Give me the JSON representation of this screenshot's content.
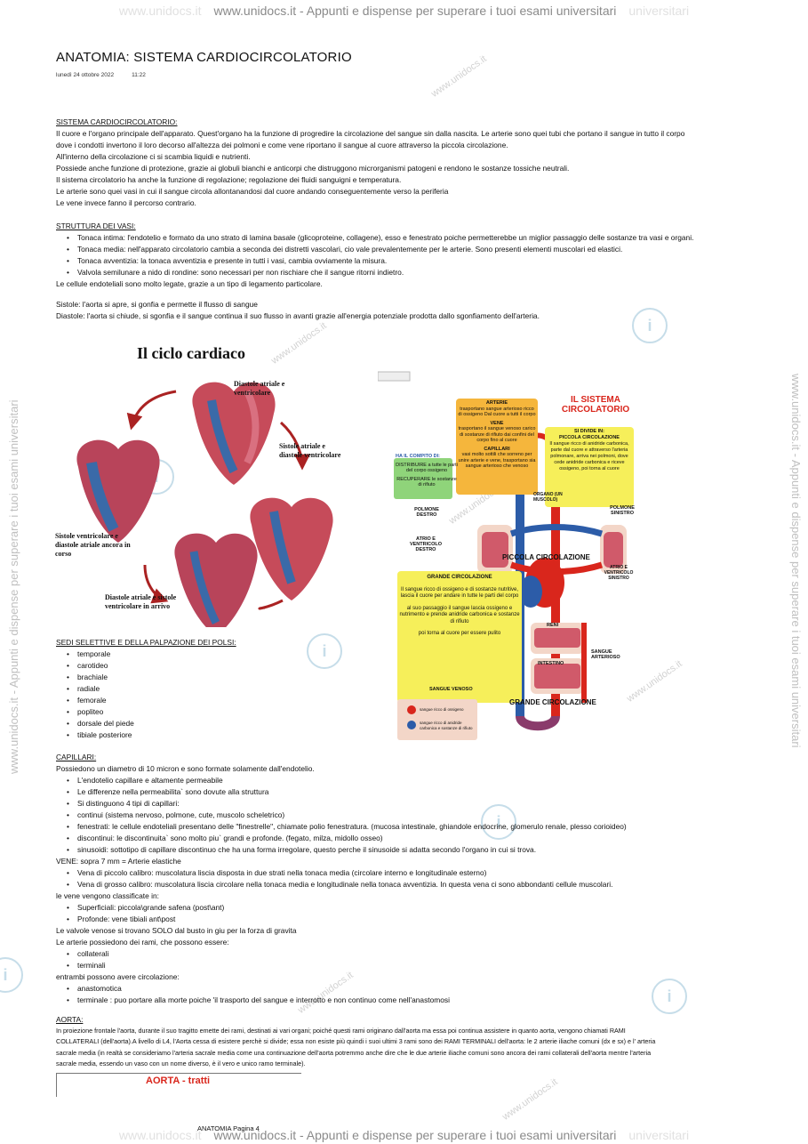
{
  "watermark": {
    "url": "www.unidocs.it",
    "banner_text": "www.unidocs.it - Appunti e dispense per superare i tuoi esami universitari",
    "faint_text": "universitari",
    "side_text": "www.unidocs.it - Appunti e dispense per superare i tuoi esami universitari",
    "icon_glyph": "i"
  },
  "header": {
    "title": "ANATOMIA: SISTEMA CARDIOCIRCOLATORIO",
    "date": "lunedì 24 ottobre 2022",
    "time": "11:22"
  },
  "intro": [
    "SISTEMA CARDIOCIRCOLATORIO:",
    "Il cuore e l'organo principale dell'apparato. Quest'organo ha la funzione di progredire la circolazione del sangue sin dalla nascita. Le arterie sono quei tubi che portano il sangue in tutto il corpo",
    "dove i condotti invertono il loro decorso all'altezza dei polmoni e come vene riportano il sangue al cuore attraverso la piccola circolazione.",
    "All'interno della circolazione ci si scambia liquidi e nutrienti.",
    "Possiede anche funzione di protezione, grazie ai globuli bianchi e anticorpi che distruggono microrganismi patogeni e rendono le sostanze tossiche neutrali.",
    "Il sistema circolatorio ha anche la funzione di regolazione; regolazione dei fluidi sanguigni e temperatura.",
    "Le arterie sono quei vasi in cui il sangue circola allontanandosi dal cuore andando conseguentemente verso la periferia",
    "Le vene invece fanno il percorso contrario."
  ],
  "vasi": {
    "heading": "STRUTTURA DEI VASI:",
    "items": [
      "Tonaca intima: l'endotelio e formato da uno strato di lamina basale (glicoproteine, collagene), esso e fenestrato poiche permetterebbe un miglior passaggio delle sostanze tra vasi e organi.",
      "Tonaca media: nell'apparato circolatorio cambia a seconda dei distretti vascolari, cio vale prevalentemente per le arterie. Sono presenti elementi muscolari ed elastici.",
      "Tonaca avventizia: la tonaca avventizia e presente in tutti i vasi, cambia ovviamente la misura.",
      "Valvola semilunare a nido di rondine: sono necessari per non rischiare che il sangue ritorni indietro."
    ],
    "after": "Le cellule endoteliali sono molto legate, grazie a un tipo di legamento particolare."
  },
  "sistole": "Sistole: l'aorta si apre, si gonfia e permette il flusso di sangue",
  "diastole": "Diastole: l'aorta si chiude, si sgonfia e il sangue continua il suo flusso in avanti grazie all'energia potenziale prodotta dallo sgonfiamento dell'arteria.",
  "heart_figure": {
    "title": "Il ciclo cardiaco",
    "labels": [
      "Diastole atriale e ventricolare",
      "Sistole atriale e diastole ventricolare",
      "Sistole ventricolare e diastole atriale ancora in corso",
      "Diastole atriale e sistole ventricolare in arrivo"
    ]
  },
  "circ_figure": {
    "title": "IL SISTEMA CIRCOLATORIO",
    "arterie_title": "ARTERIE",
    "arterie_text": "trasportano sangue arterioso ricco di ossigeno Dal cuore a tutti il corpo",
    "vene_title": "VENE",
    "vene_text": "trasportano il sangue venoso carico di sostanze di rifiuto dai confini del corpo fino al cuore",
    "capillari_title": "CAPILLARI",
    "capillari_text": "vasi molto sottili che sorreno per unire arterie e vene, trasportano sia sangue arterioso che venoso",
    "compito_title": "HA IL COMPITO DI:",
    "compito_a": "DISTRIBUIRE a tutte le parti del corpo ossigeno",
    "compito_b": "RECUPERARE le sostanze di rifiuto",
    "divide_title": "SI DIVIDE IN:",
    "piccola_title": "PICCOLA CIRCOLAZIONE",
    "piccola_text": "Il sangue ricco di anidride carbonica, parte dal cuore e attraverso l'arteria polmonare, arriva nei polmoni, dove cede anidride carbonica e riceve ossigeno, poi torna al cuore",
    "organo": "ORGANO (UN MUSCOLO)",
    "polmone_dx": "POLMONE DESTRO",
    "polmone_sx": "POLMONE SINISTRO",
    "atrio_dx": "ATRIO E VENTRICOLO DESTRO",
    "atrio_sx": "ATRIO E VENTRICOLO SINISTRO",
    "piccola_label": "PICCOLA CIRCOLAZIONE",
    "grande_title": "GRANDE CIRCOLAZIONE",
    "grande_text1": "Il sangue ricco di ossigeno e di sostanze nutritive, lascia il cuore per andare in tutte le parti del corpo",
    "grande_text2": "al suo passaggio il sangue lascia ossigeno e nutrimento e prende anidride carbonica e sostanze di rifiuto",
    "grande_text3": "poi torna al cuore per essere pulito",
    "reni": "RENI",
    "intestino": "INTESTINO",
    "sangue_arterioso": "SANGUE ARTERIOSO",
    "sangue_venoso": "SANGUE VENOSO",
    "grande_label": "GRANDE CIRCOLAZIONE",
    "legend_red": "sangue ricco di ossigeno",
    "legend_blue": "sangue ricco di anidride carbonica e sostanze di rifiuto",
    "colors": {
      "red": "#d9261c",
      "blue": "#2c5ca8",
      "yellow": "#f6ef5a",
      "orange": "#f5b63c",
      "green": "#8fd47a",
      "pink": "#f3d6c8"
    }
  },
  "polsi": {
    "heading": "SEDI SELETTIVE E DELLA PALPAZIONE DEI POLSI:",
    "items": [
      "temporale",
      "carotideo",
      "brachiale",
      "radiale",
      "femorale",
      "popliteo",
      "dorsale del piede",
      "tibiale posteriore"
    ]
  },
  "capillari": {
    "heading": "CAPILLARI:",
    "intro": "Possiedono un diametro di 10 micron e sono formate solamente dall'endotelio.",
    "items": [
      "L'endotelio capillare e altamente permeabile",
      "Le differenze nella permeabilita` sono dovute alla struttura",
      "Si distinguono 4 tipi di capillari:",
      "continui (sistema nervoso, polmone, cute, muscolo scheletrico)",
      "fenestrati: le cellule endoteliali presentano delle \"finestrelle\", chiamate polio fenestratura. (mucosa intestinale, ghiandole endocrine, glomerulo renale, plesso corioideo)",
      "discontinui: le discontinuita` sono molto piu` grandi e profonde. (fegato, milza, midollo osseo)",
      "sinusoidi: sottotipo di capillare discontinuo che ha una forma irregolare, questo perche il sinusoide si adatta secondo l'organo in cui si trova."
    ]
  },
  "vene": {
    "heading": "VENE: sopra 7 mm = Arterie elastiche",
    "items": [
      "Vena di piccolo calibro: muscolatura liscia disposta in due strati nella tonaca media (circolare interno e longitudinale esterno)",
      "Vena di grosso calibro: muscolatura liscia circolare nella tonaca media e longitudinale nella tonaca avventizia. In questa vena ci sono abbondanti cellule muscolari."
    ],
    "classificate": "le vene vengono classificate in:",
    "class_items": [
      "Superficiali: piccola\\grande safena (post\\ant)",
      "Profonde: vene tibiali ant\\post"
    ],
    "valvole": "Le valvole venose si trovano SOLO dal busto in giu per la forza di gravita",
    "rami": "Le arterie possiedono dei rami, che possono essere:",
    "rami_items": [
      "collaterali",
      "terminali"
    ],
    "entrambi": "entrambi possono avere circolazione:",
    "circ_items": [
      "anastomotica",
      "terminale : puo portare alla morte poiche 'il trasporto del sangue e interrotto e non continuo come nell'anastomosi"
    ]
  },
  "aorta": {
    "heading": "AORTA:",
    "lines": [
      "In proiezione frontale l'aorta, durante il suo tragitto emette dei rami, destinati ai vari organi; poiché questi rami originano dall'aorta ma essa poi continua assistere in quanto aorta, vengono chiamati RAMI",
      "COLLATERALI (dell'aorta).A livello di L4, l'Aorta cessa di esistere perchè si divide; essa non esiste più quindi i suoi ultimi 3 rami sono dei RAMI TERMINALI dell'aorta: le 2 arterie iliache comuni (dx e sx) e l' arteria",
      "sacrale media (in realtà se consideriamo l'arteria sacrale media come una continuazione dell'aorta potremmo anche dire che le due arterie iliache comuni sono ancora dei rami collaterali dell'aorta mentre l'arteria",
      "sacrale media, essendo un vaso con un nome diverso, è il vero e unico ramo terminale)."
    ],
    "box_title": "AORTA - tratti"
  },
  "footer": {
    "text": "ANATOMIA Pagina 4"
  }
}
